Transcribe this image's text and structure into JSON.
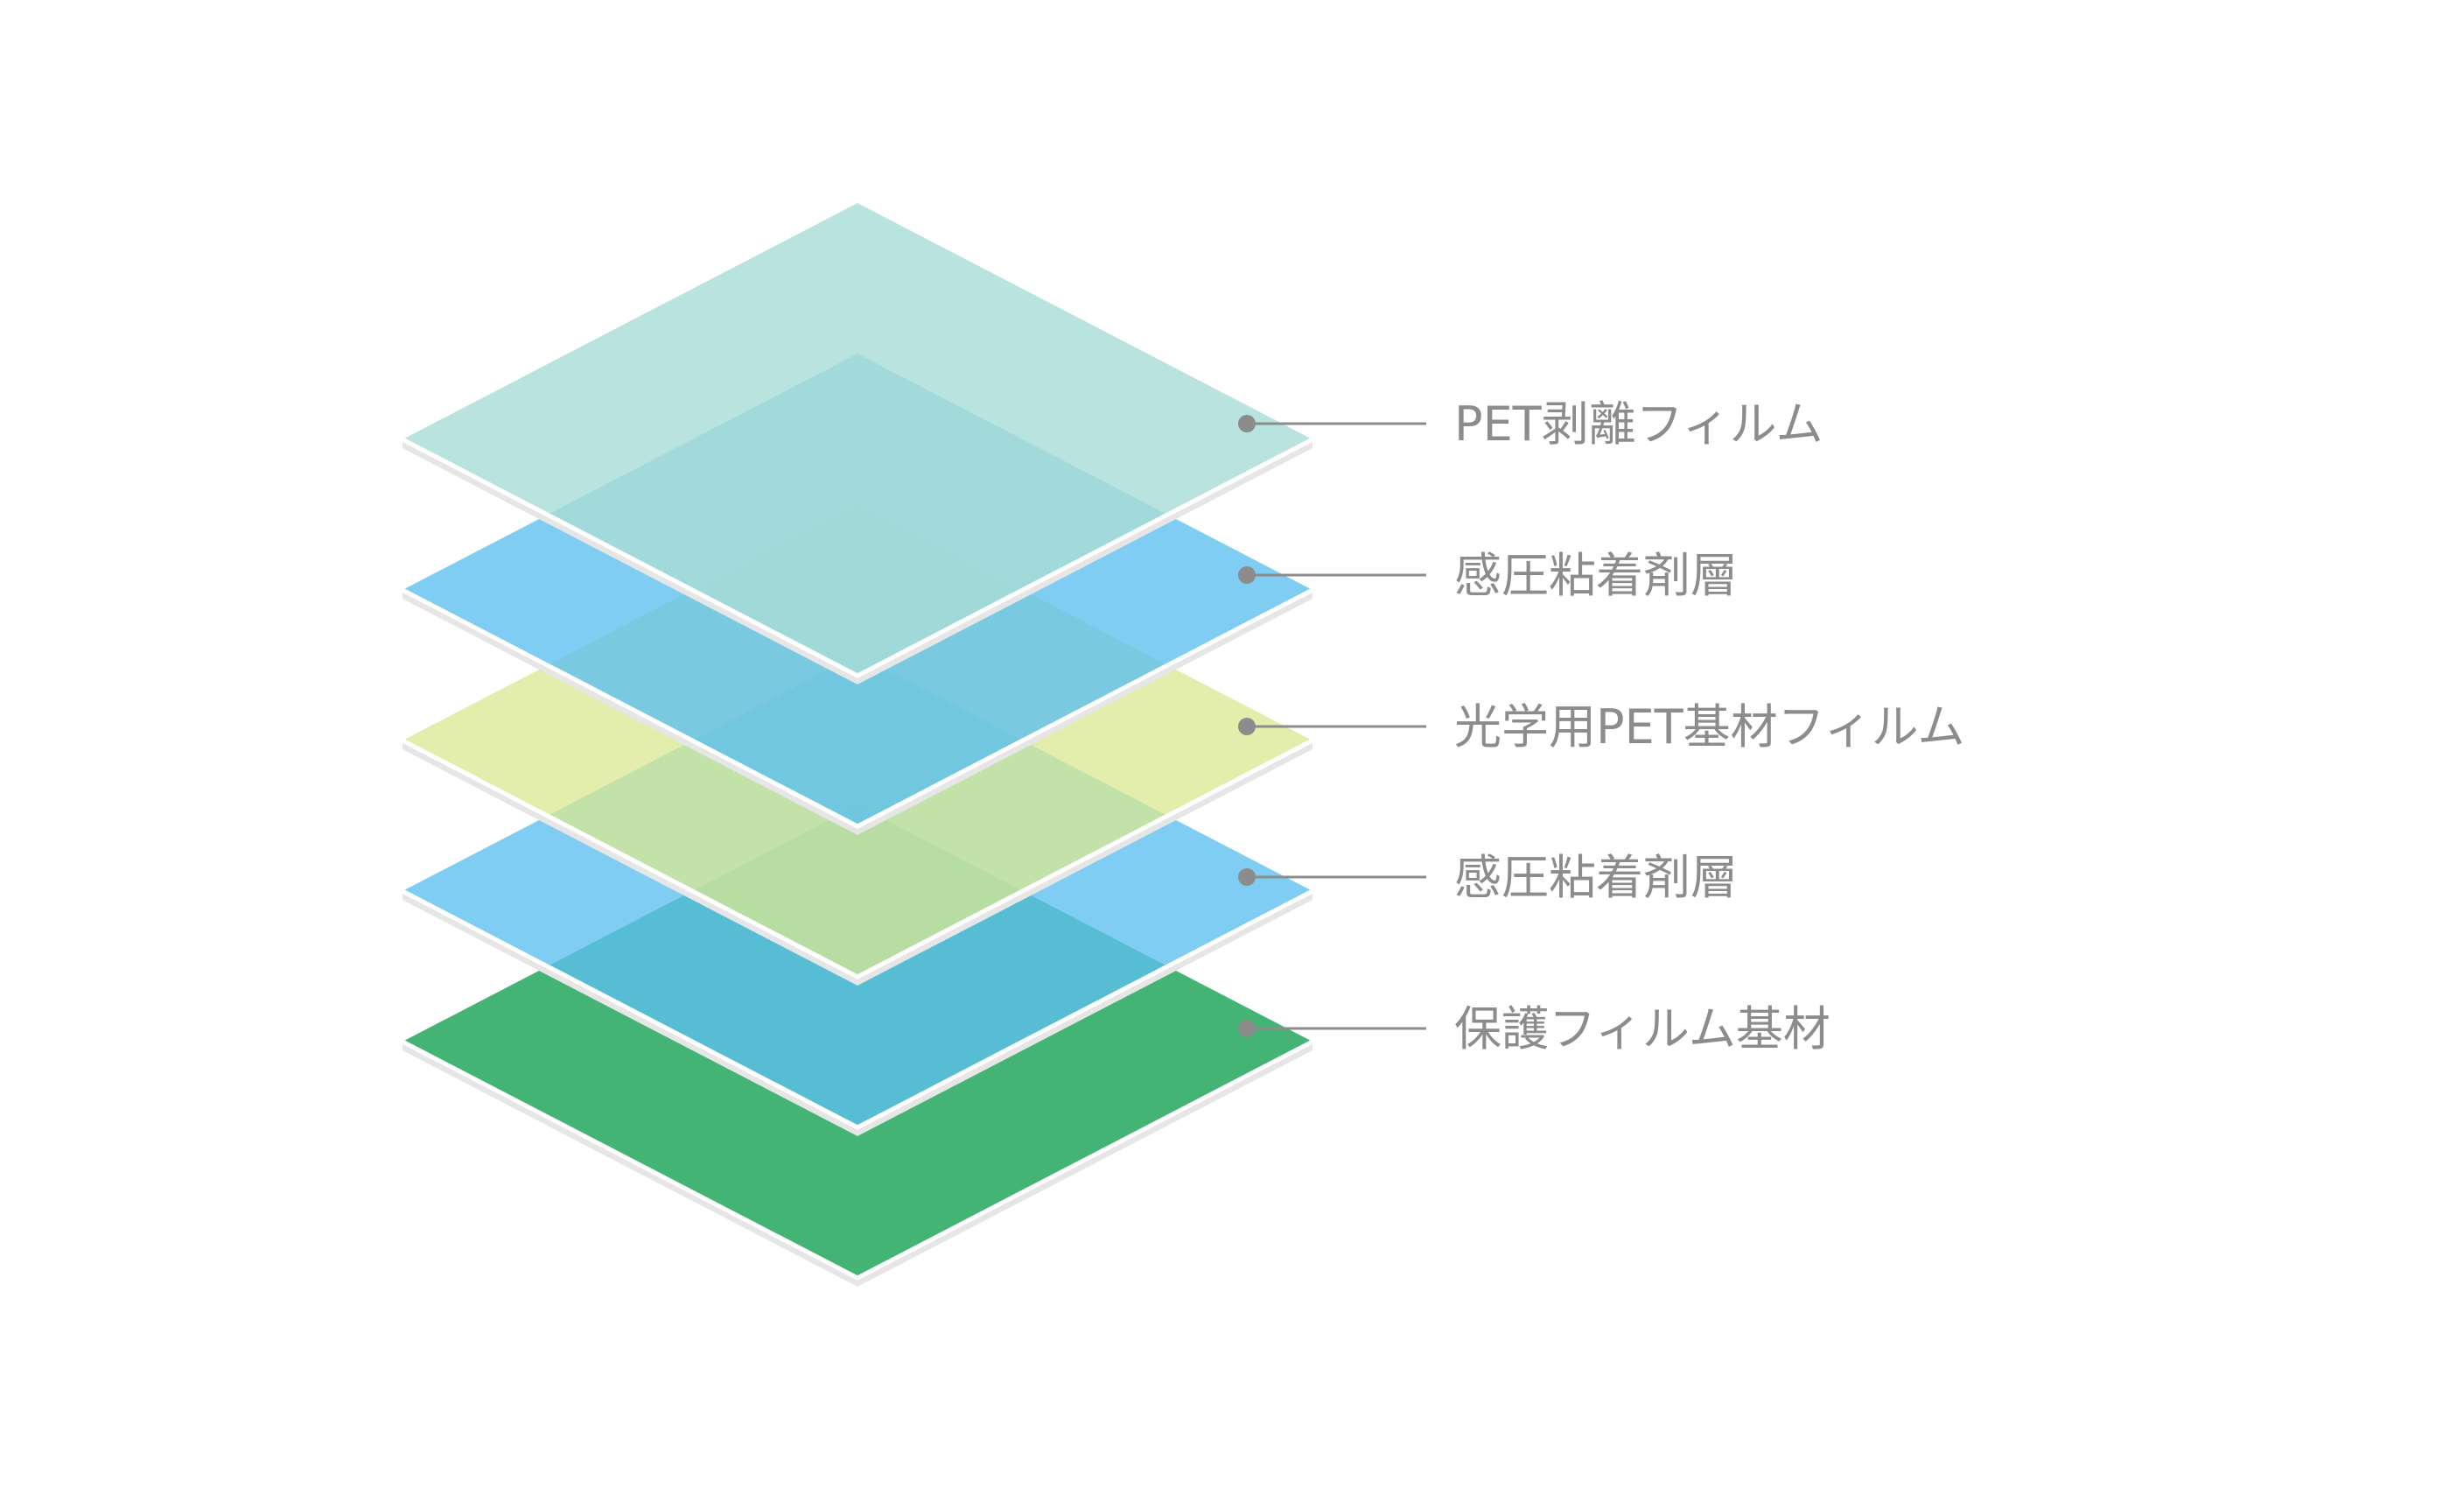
{
  "diagram": {
    "layers": [
      {
        "label": "PET剥離フィルム",
        "color": "#a9ddd7",
        "opacity": 0.82
      },
      {
        "label": "感圧粘着剤層",
        "color": "#5bbff0",
        "opacity": 0.78
      },
      {
        "label": "光学用PET基材フィルム",
        "color": "#d9e891",
        "opacity": 0.75
      },
      {
        "label": "感圧粘着剤層",
        "color": "#5bbff0",
        "opacity": 0.78
      },
      {
        "label": "保護フィルム基材",
        "color": "#44b474",
        "opacity": 1.0
      }
    ],
    "colors": {
      "label_text": "#8c8c8c",
      "leader": "#8c8c8c",
      "edge_highlight": "#ffffff",
      "shadow": "#e6e6e6"
    }
  }
}
